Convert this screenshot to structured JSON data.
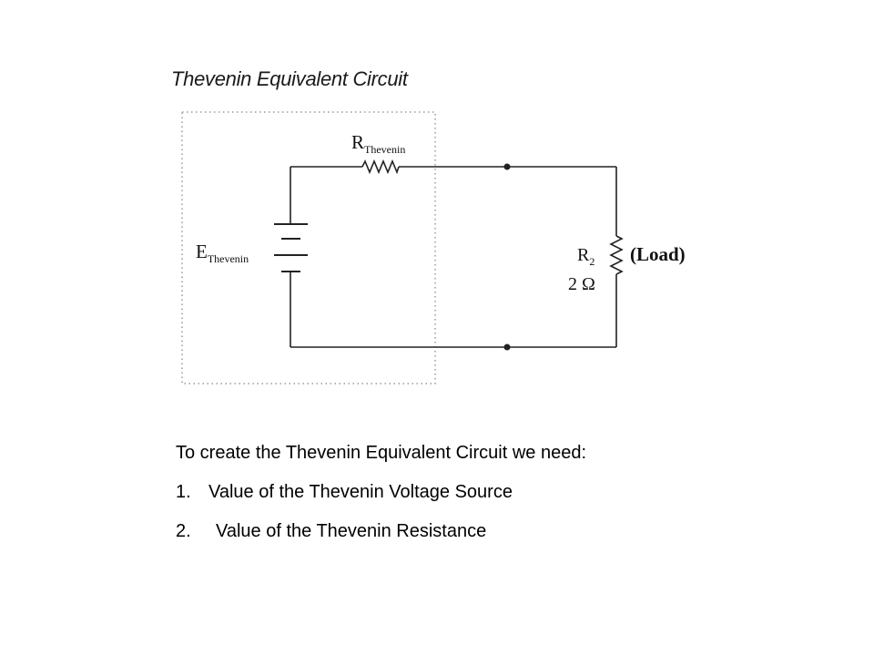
{
  "title": "Thevenin Equivalent Circuit",
  "labels": {
    "r_thevenin_main": "R",
    "r_thevenin_sub": "Thevenin",
    "e_thevenin_main": "E",
    "e_thevenin_sub": "Thevenin",
    "r2_main": "R",
    "r2_sub": "2",
    "r2_value": "2 Ω",
    "load": "(Load)"
  },
  "notes": {
    "intro": "To create the Thevenin Equivalent Circuit we need:",
    "items": [
      {
        "number": "1.",
        "text": "Value of the Thevenin Voltage Source"
      },
      {
        "number": "2.",
        "text": "Value of the Thevenin Resistance"
      }
    ]
  },
  "colors": {
    "wire": "#222222",
    "boundary": "#9a9a9a",
    "text": "#111111"
  }
}
